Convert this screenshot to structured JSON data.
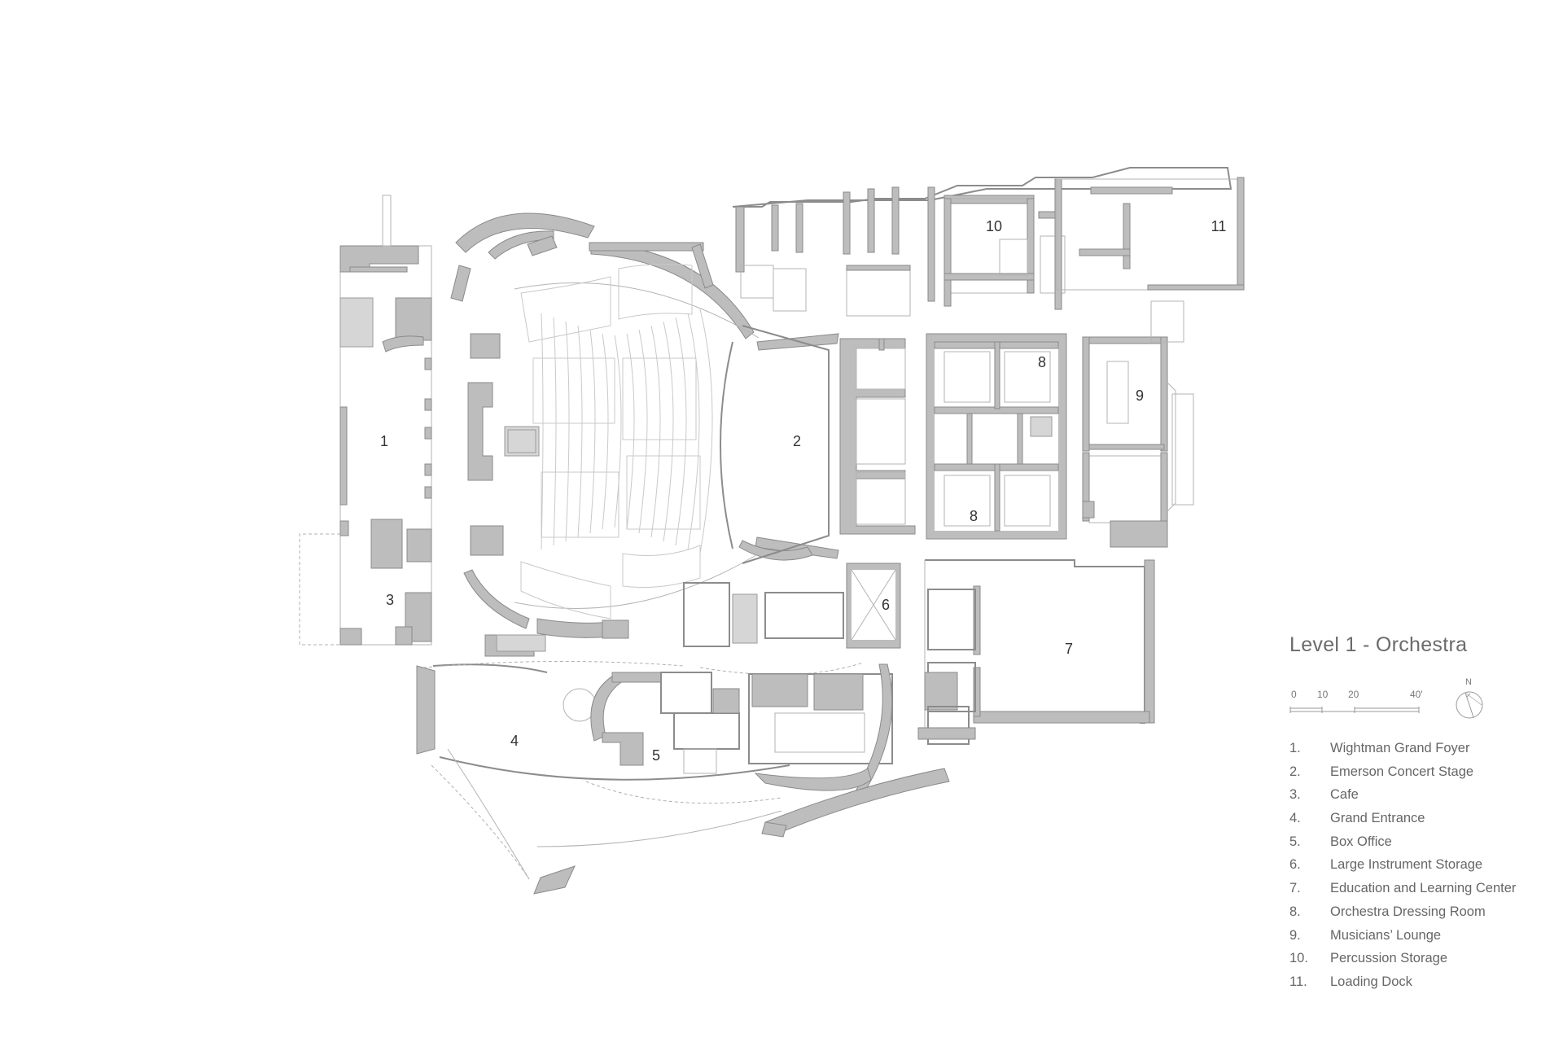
{
  "title": "Level 1 - Orchestra",
  "scale_bar": {
    "ticks": [
      "0",
      "10",
      "20",
      "40'"
    ]
  },
  "north_label": "N",
  "room_labels": {
    "r1": "1",
    "r2": "2",
    "r3": "3",
    "r4": "4",
    "r5": "5",
    "r6": "6",
    "r7": "7",
    "r8a": "8",
    "r8b": "8",
    "r9": "9",
    "r10": "10",
    "r11": "11"
  },
  "legend": [
    {
      "num": "1.",
      "name": "Wightman Grand Foyer"
    },
    {
      "num": "2.",
      "name": "Emerson Concert Stage"
    },
    {
      "num": "3.",
      "name": "Cafe"
    },
    {
      "num": "4.",
      "name": "Grand Entrance"
    },
    {
      "num": "5.",
      "name": "Box Office"
    },
    {
      "num": "6.",
      "name": "Large Instrument Storage"
    },
    {
      "num": "7.",
      "name": "Education and Learning Center"
    },
    {
      "num": "8.",
      "name": "Orchestra Dressing Room"
    },
    {
      "num": "9.",
      "name": "Musicians’ Lounge"
    },
    {
      "num": "10.",
      "name": "Percussion Storage"
    },
    {
      "num": "11.",
      "name": "Loading Dock"
    }
  ]
}
